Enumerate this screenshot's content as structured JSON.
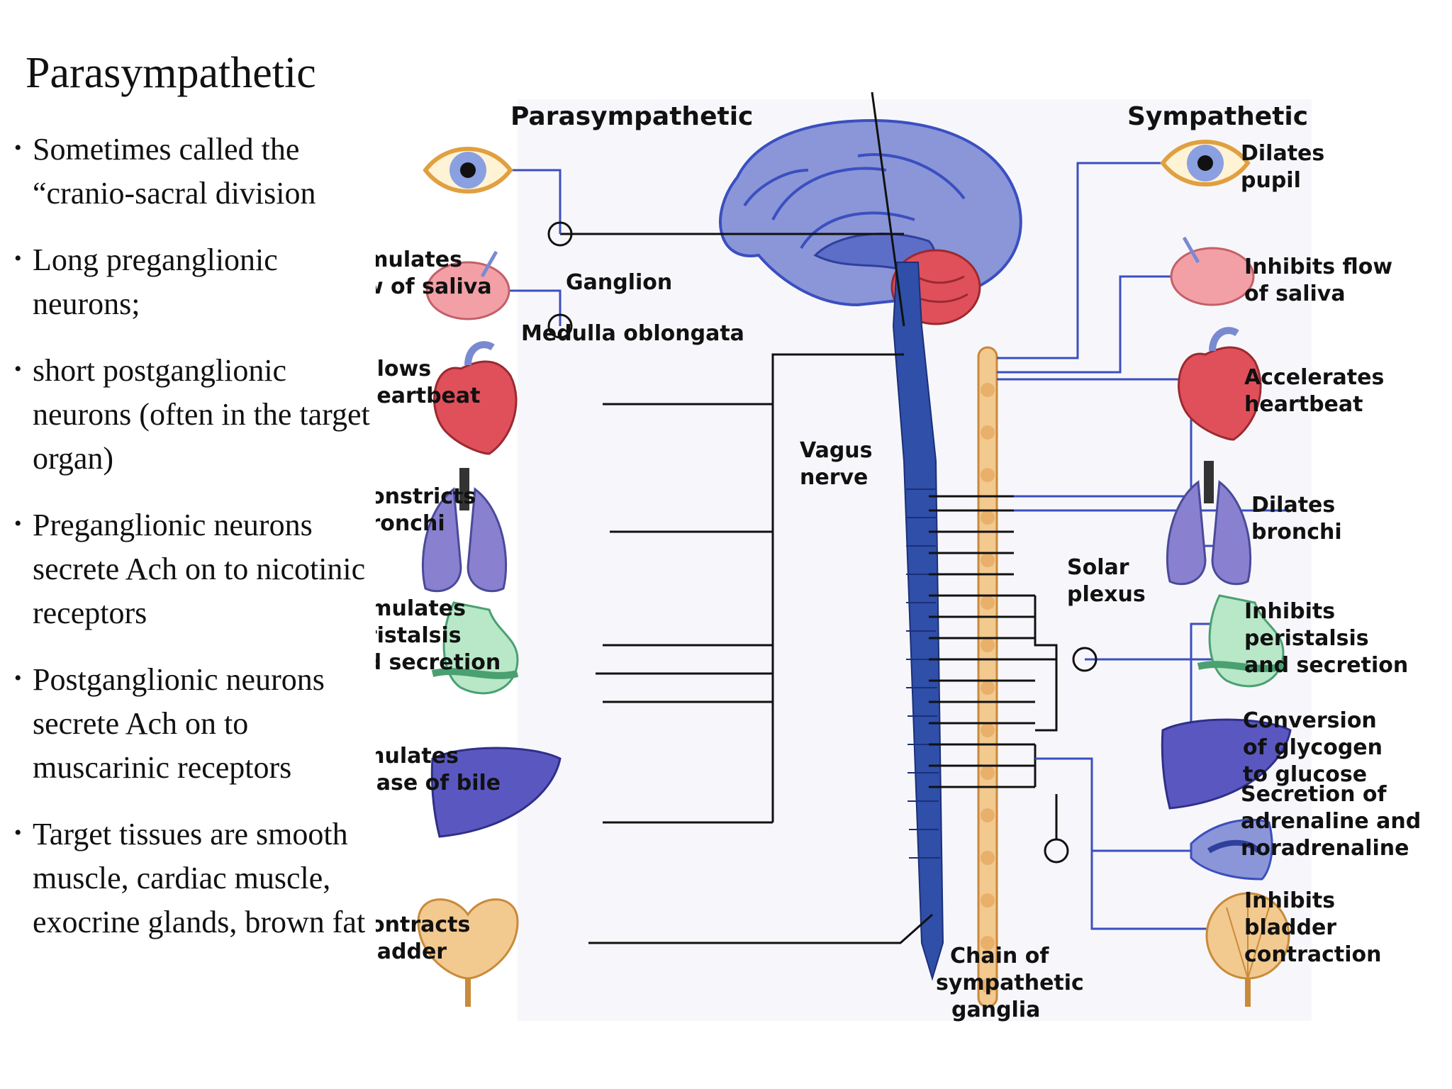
{
  "slide": {
    "title": "Parasympathetic",
    "bullets": [
      "Sometimes called the “cranio-sacral division",
      "Long preganglionic neurons;",
      "short postganglionic neurons (often in the target organ)",
      "Preganglionic neurons secrete Ach on to nicotinic receptors",
      "Postganglionic neurons secrete Ach on to muscarinic receptors",
      "Target tissues are smooth muscle, cardiac muscle, exocrine glands, brown fat"
    ]
  },
  "diagram": {
    "header_left": "Parasympathetic",
    "header_right": "Sympathetic",
    "labels": {
      "ganglion": "Ganglion",
      "medulla": "Medulla oblongata",
      "vagus_1": "Vagus",
      "vagus_2": "nerve",
      "solar_1": "Solar",
      "solar_2": "plexus",
      "chain_1": "Chain of",
      "chain_2": "sympathetic",
      "chain_3": "ganglia"
    },
    "parasympathetic_effects": [
      [
        "Stimulates",
        "flow of saliva"
      ],
      [
        "Slows",
        "heartbeat"
      ],
      [
        "Constricts",
        "bronchi"
      ],
      [
        "Stimulates",
        "peristalsis",
        "and secretion"
      ],
      [
        "Stimulates",
        "release of bile"
      ],
      [
        "Contracts",
        "bladder"
      ]
    ],
    "sympathetic_effects": [
      [
        "Dilates",
        "pupil"
      ],
      [
        "Inhibits flow",
        "of saliva"
      ],
      [
        "Accelerates",
        "heartbeat"
      ],
      [
        "Dilates",
        "bronchi"
      ],
      [
        "Inhibits",
        "peristalsis",
        "and secretion"
      ],
      [
        "Conversion",
        "of glycogen",
        "to glucose"
      ],
      [
        "Secretion of",
        "adrenaline and",
        "noradrenaline"
      ],
      [
        "Inhibits",
        "bladder",
        "contraction"
      ]
    ],
    "colors": {
      "nerve_blue": "#3b4fc0",
      "spinal_cord": "#2f4fa8",
      "brain": "#8a96d8",
      "cerebellum": "#e0505a",
      "ganglia_chain": "#f2c98f",
      "line_black": "#111111"
    }
  }
}
